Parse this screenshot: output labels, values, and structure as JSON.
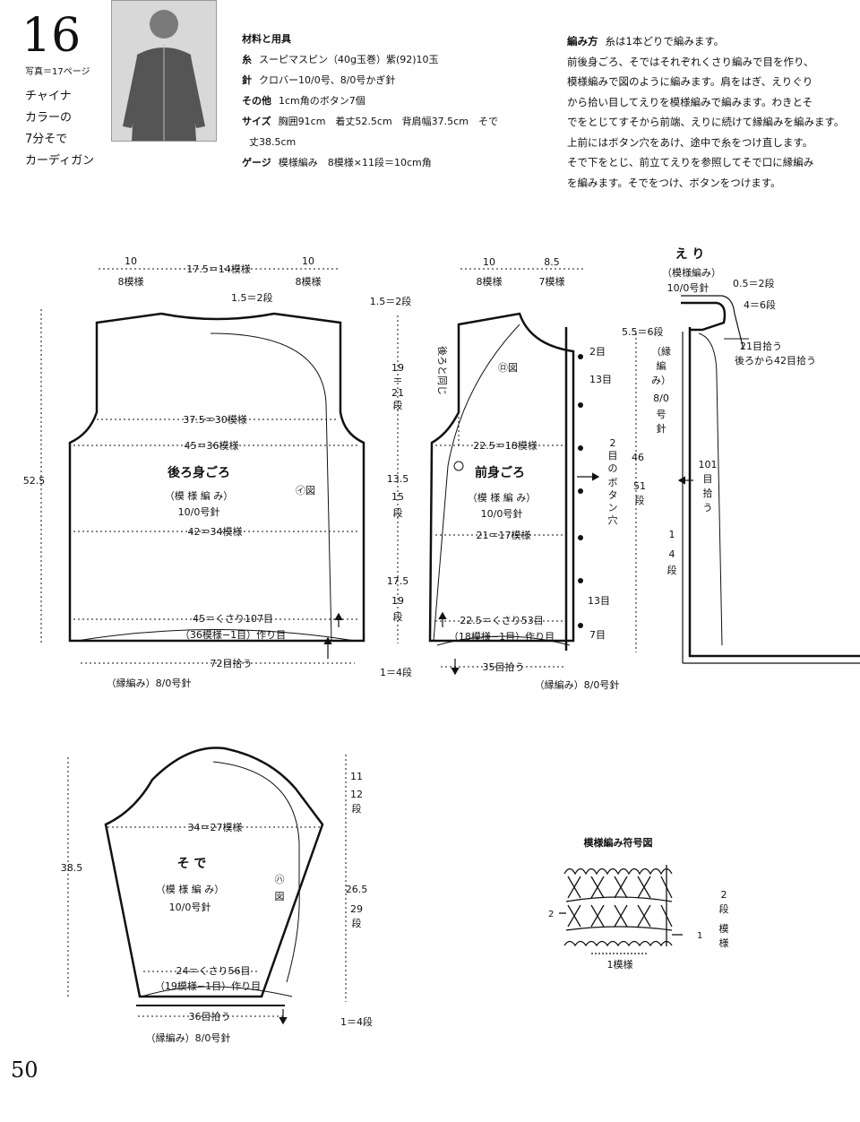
{
  "header": {
    "number": "16",
    "photo_ref": "写真＝17ページ",
    "title_lines": [
      "チャイナ",
      "カラーの",
      "7分そで",
      "カーディガン"
    ]
  },
  "materials": {
    "heading": "材料と用具",
    "rows": [
      {
        "key": "糸",
        "value": "スーピマスピン（40g玉巻）紫(92)10玉"
      },
      {
        "key": "針",
        "value": "クロバー10/0号、8/0号かぎ針"
      },
      {
        "key": "その他",
        "value": "1cm角のボタン7個"
      },
      {
        "key": "サイズ",
        "value": "胸囲91cm　着丈52.5cm　背肩幅37.5cm　そで"
      },
      {
        "key": "",
        "value": "丈38.5cm"
      },
      {
        "key": "ゲージ",
        "value": "模様編み　8模様×11段＝10cm角"
      }
    ]
  },
  "amikata": {
    "heading": "編み方",
    "lines": [
      "糸は1本どりで編みます。",
      "前後身ごろ、そではそれぞれくさり編みで目を作り、",
      "模様編みで図のように編みます。肩をはぎ、えりぐり",
      "から拾い目してえりを模様編みで編みます。わきとそ",
      "でをとじてすそから前端、えりに続けて縁編みを編みます。",
      "上前にはボタン穴をあけ、途中で糸をつけ直します。",
      "そで下をとじ、前立てえりを参照してそで口に縁編み",
      "を編みます。そでをつけ、ボタンをつけます。"
    ]
  },
  "back": {
    "name": "後ろ身ごろ",
    "stitch": "（模 様 編 み）",
    "needle": "10/0号針",
    "top_left": "10",
    "top_left2": "8模様",
    "top_mid": "17.5＝14模様",
    "top_right": "10",
    "top_right2": "8模様",
    "neck": "1.5＝2段",
    "shoulder_w": "37.5＝30模様",
    "bust": "45＝36模様",
    "waist": "42＝34模様",
    "hem": "45＝くさり107目",
    "hem2": "（36模様−1目）作り目",
    "pickup": "72目拾う",
    "edging": "（縁編み）8/0号針",
    "height": "52.5",
    "fig": "㋑図"
  },
  "side": {
    "a": "1.5＝2段",
    "b1": "19",
    "b2": "＝",
    "b3": "21",
    "b4": "段",
    "c1": "13.5",
    "c2": "15",
    "c3": "段",
    "d1": "17.5",
    "d2": "19",
    "d3": "段",
    "e": "1＝4段"
  },
  "front": {
    "name": "前身ごろ",
    "stitch": "（模 様 編 み）",
    "needle": "10/0号針",
    "top_left": "10",
    "top_left2": "8模様",
    "top_right": "8.5",
    "top_right2": "7模様",
    "join": "後ろと同じ",
    "fig": "㋺図",
    "bust": "22.5＝18模様",
    "waist": "21＝17模様",
    "hem": "22.5＝くさり53目",
    "hem2": "（18模様−1目）作り目",
    "pickup": "35目拾う",
    "edging": "（縁編み）8/0号針",
    "r1": "2目",
    "r2": "13目",
    "r3": "13目",
    "r4": "7目",
    "btn1": "2",
    "btn2": "目",
    "btn3": "の",
    "btn4": "ボ",
    "btn5": "タ",
    "btn6": "ン",
    "btn7": "穴"
  },
  "collar": {
    "name": "え り",
    "stitch": "（模様編み）",
    "needle": "10/0号針",
    "h1": "5.5＝6段",
    "r1": "0.5＝2段",
    "r2": "4＝6段",
    "p1": "21目拾う",
    "p2": "後ろから42目拾う",
    "edg1": "（縁",
    "edg2": "編",
    "edg3": "み）",
    "edg4": "8/0",
    "edg5": "号",
    "edg6": "針",
    "h2": "46",
    "h3": "51",
    "h4": "段",
    "pick2a": "101",
    "pick2b": "目",
    "pick2c": "拾",
    "pick2d": "う",
    "bot1": "1",
    "bot2": "4",
    "bot3": "段"
  },
  "sleeve": {
    "name": "そ で",
    "stitch": "（模 様 編 み）",
    "needle": "10/0号針",
    "width": "34＝27模様",
    "hem": "24＝くさり56目",
    "hem2": "（19模様−1目）作り目",
    "pickup": "36目拾う",
    "edging": "（縁編み）8/0号針",
    "height": "38.5",
    "fig1": "㋩",
    "fig2": "図",
    "cap1": "11",
    "cap2": "12",
    "cap3": "段",
    "body1": "26.5",
    "body2": "29",
    "body3": "段",
    "bot": "1＝4段"
  },
  "chart": {
    "title": "模様編み符号図",
    "rows_a": "2",
    "rows_b": "段",
    "rows_c": "模",
    "rows_d": "様",
    "row2": "2",
    "row1": "1",
    "repeat": "1模様"
  },
  "page_number": "50"
}
